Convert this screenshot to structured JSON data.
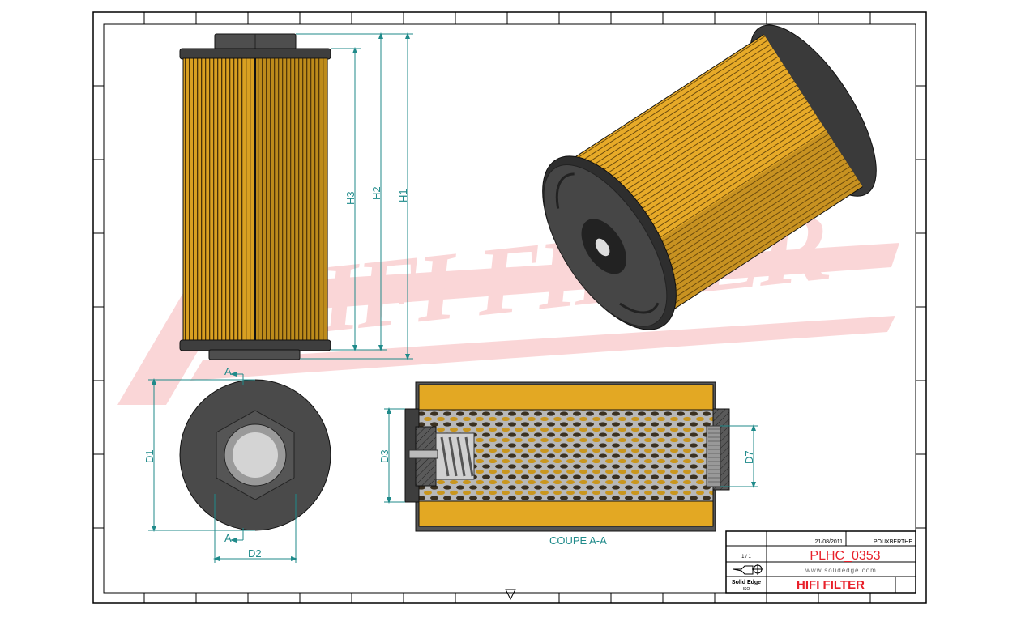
{
  "drawing": {
    "watermark": "HIFI FILTER",
    "section_title": "COUPE A-A",
    "section_marker": "A",
    "dimensions": {
      "h1": "H1",
      "h2": "H2",
      "h3": "H3",
      "d1": "D1",
      "d2": "D2",
      "d3": "D3",
      "d7": "D7"
    }
  },
  "title_block": {
    "date": "21/08/2011",
    "drawn_by": "POUXBERTHE",
    "sheet": "1 / 1",
    "title": "PLHC_0353",
    "website": "www.solidedge.com",
    "software": "Solid Edge",
    "software_sub": "ISO",
    "company": "HIFI FILTER"
  },
  "colors": {
    "accent_red": "#e8202a",
    "dimension": "#1f8a8a",
    "media_yellow": "#e3a823",
    "end_cap": "#4a4a4a"
  }
}
